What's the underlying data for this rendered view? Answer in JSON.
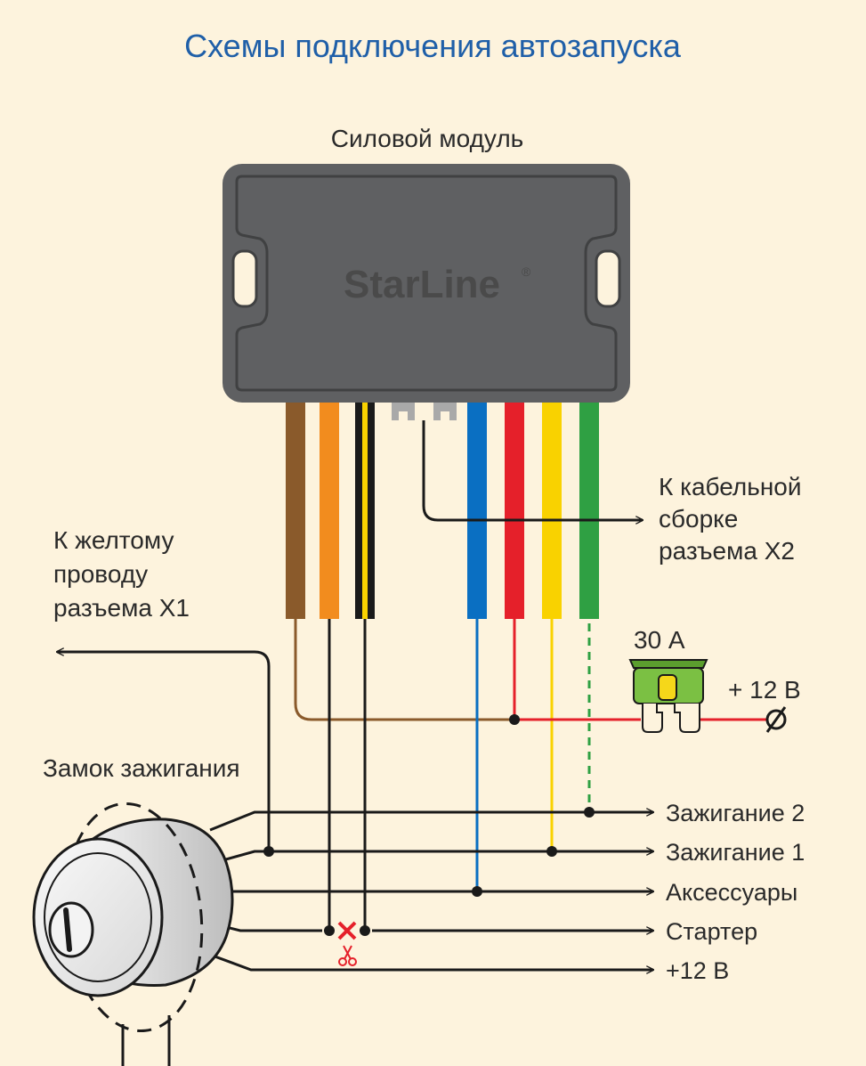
{
  "title": "Схемы подключения автозапуска",
  "module": {
    "caption": "Силовой модуль",
    "brand": "StarLine",
    "registered_mark": "®"
  },
  "labels": {
    "to_x2_line1": "К кабельной",
    "to_x2_line2": "сборке",
    "to_x2_line3": "разъема X2",
    "to_x1_line1": "К желтому",
    "to_x1_line2": "проводу",
    "to_x1_line3": "разъема X1",
    "fuse_rating": "30 А",
    "plus12_right": "+ 12 В",
    "ignition_switch": "Замок зажигания"
  },
  "outputs": [
    {
      "label": "Зажигание 2"
    },
    {
      "label": "Зажигание 1"
    },
    {
      "label": "Аксессуары"
    },
    {
      "label": "Стартер"
    },
    {
      "label": "+12 В"
    }
  ],
  "wire_colors": {
    "brown": "#8a5a2b",
    "orange": "#f28c1e",
    "black_yellow": "#1a1a1a",
    "blue": "#0a6fc2",
    "red": "#e5202a",
    "yellow": "#f9d200",
    "green": "#2fa043"
  },
  "colors": {
    "title": "#1f5fa8",
    "module_body": "#5f6062",
    "fuse": "#7bc043"
  },
  "icons": {
    "cut_marker": "scissors-icon",
    "ground": "ground-terminal-icon"
  }
}
